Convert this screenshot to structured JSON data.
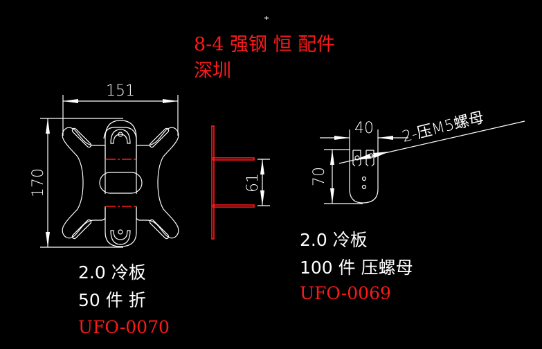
{
  "title": {
    "line1": "8-4 强钢 恒 配件",
    "line2": "深圳"
  },
  "part_left": {
    "dim_width": "151",
    "dim_height": "170",
    "side_dim": "61",
    "spec_line1": "2.0 冷板",
    "spec_line2": "50 件  折",
    "part_code": "UFO-0070"
  },
  "part_right": {
    "dim_width": "40",
    "dim_height": "70",
    "leader_note": "2-压M5螺母",
    "spec_line1": "2.0 冷板",
    "spec_line2": "100 件  压螺母",
    "part_code": "UFO-0069"
  },
  "colors": {
    "background": "#000000",
    "drawing_line": "#ffffff",
    "annotation_red": "#ff1a1a"
  }
}
